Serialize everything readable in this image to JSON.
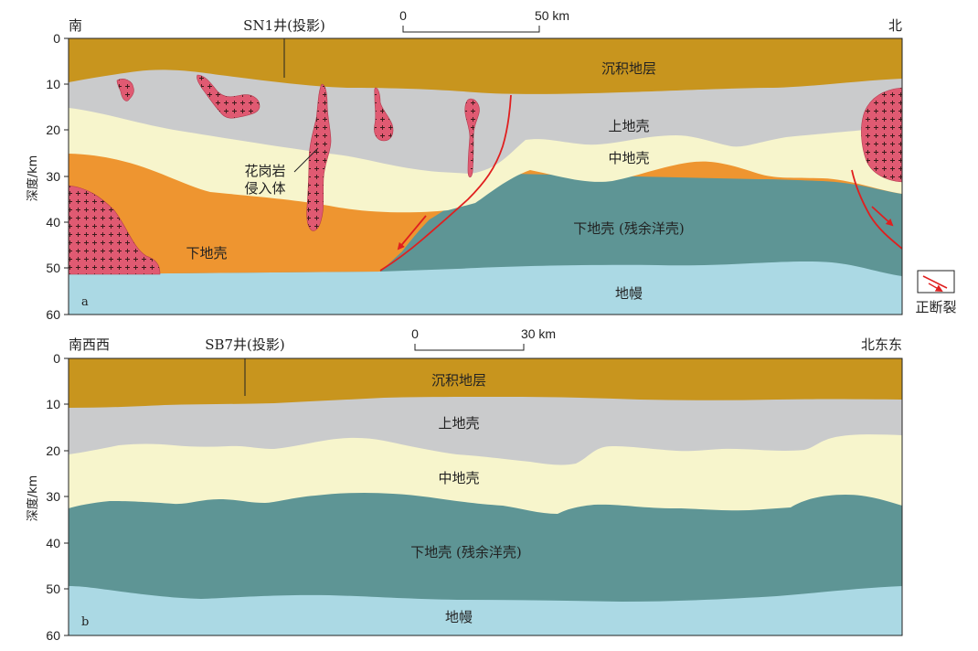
{
  "panel_a": {
    "letter": "a",
    "left_direction": "南",
    "right_direction": "北",
    "well_label": "SN1井(投影)",
    "scale_start": "0",
    "scale_end": "50 km",
    "ylabel": "深度/km",
    "y_ticks": [
      "0",
      "10",
      "20",
      "30",
      "40",
      "50",
      "60"
    ],
    "layers": {
      "sediment": "沉积地层",
      "upper_crust": "上地壳",
      "middle_crust": "中地壳",
      "lower_crust": "下地壳",
      "lower_crust_oceanic": "下地壳 (残余洋壳)",
      "mantle": "地幔"
    },
    "granite_label_line1": "花岗岩",
    "granite_label_line2": "侵入体"
  },
  "panel_b": {
    "letter": "b",
    "left_direction": "南西西",
    "right_direction": "北东东",
    "well_label": "SB7井(投影)",
    "scale_start": "0",
    "scale_end": "30 km",
    "ylabel": "深度/km",
    "y_ticks": [
      "0",
      "10",
      "20",
      "30",
      "40",
      "50",
      "60"
    ],
    "layers": {
      "sediment": "沉积地层",
      "upper_crust": "上地壳",
      "middle_crust": "中地壳",
      "lower_crust_oceanic": "下地壳 (残余洋壳)",
      "mantle": "地幔"
    }
  },
  "legend": {
    "normal_fault_label": "正断裂"
  },
  "colors": {
    "sediment": "#c8951e",
    "upper_crust": "#cacbcc",
    "middle_crust": "#f7f5cc",
    "lower_crust": "#ee9530",
    "lower_crust_oceanic": "#5e9595",
    "mantle": "#abd9e4",
    "granite": "#e05a72",
    "fault": "#e01f1f"
  }
}
